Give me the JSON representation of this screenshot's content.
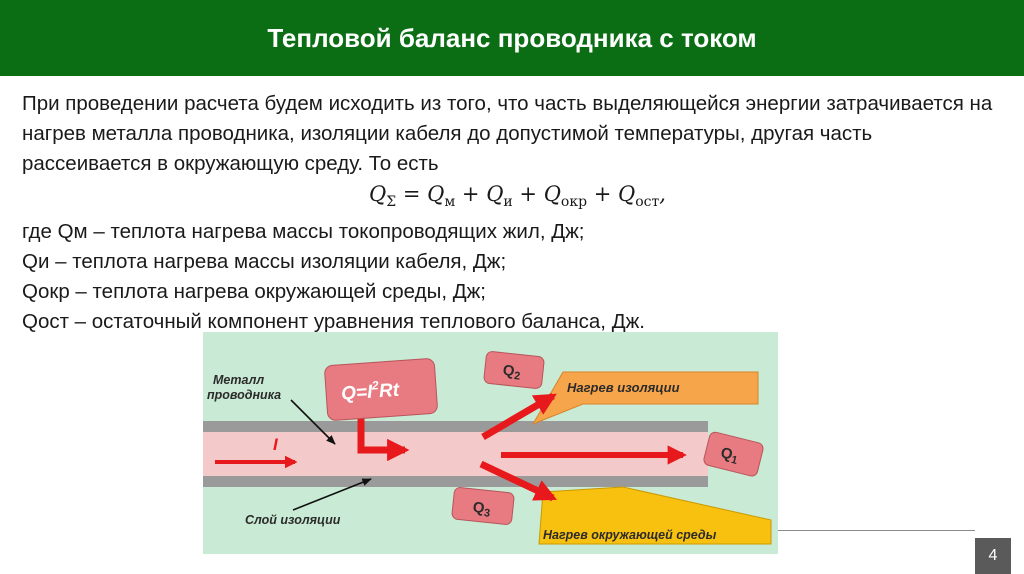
{
  "slide": {
    "title": "Тепловой баланс проводника с током",
    "paragraph": "При проведении расчета будем исходить из того, что часть выделяющейся энергии затрачивается на нагрев металла проводника, изоляции кабеля до допустимой температуры, другая часть рассеивается в окружающую среду. То есть",
    "formula": {
      "lhs": "Q",
      "lhs_sub": "Σ",
      "eq": " = ",
      "t1": "Q",
      "t1_sub": "м",
      "plus1": " + ",
      "t2": "Q",
      "t2_sub": "и",
      "plus2": " + ",
      "t3": "Q",
      "t3_sub": "окр",
      "plus3": " + ",
      "t4": "Q",
      "t4_sub": "ост",
      "tail": ","
    },
    "definitions": [
      "где Qм – теплота нагрева массы токопроводящих жил, Дж;",
      "Qи – теплота нагрева массы изоляции кабеля, Дж;",
      "Qокр – теплота нагрева окружающей среды, Дж;",
      "Qост – остаточный компонент уравнения теплового баланса, Дж."
    ],
    "page_number": "4"
  },
  "diagram": {
    "label_metal_line1": "Металл",
    "label_metal_line2": "проводника",
    "label_insulation": "Слой изоляции",
    "current_label": "I",
    "joule_formula_prefix": "Q=I",
    "joule_formula_sup": "2",
    "joule_formula_suffix": "Rt",
    "q2": "Q",
    "q2_sub": "2",
    "q1": "Q",
    "q1_sub": "1",
    "q3": "Q",
    "q3_sub": "3",
    "heating_insulation": "Нагрев изоляции",
    "heating_environment": "Нагрев окружающей среды",
    "colors": {
      "background": "#c9ead4",
      "conductor": "#f3c9c9",
      "insulation": "#9a9a9a",
      "arrow": "#e8191c",
      "badge": "#e87b82",
      "callout_orange": "#f7a54a",
      "callout_yellow": "#f8c10f"
    }
  }
}
